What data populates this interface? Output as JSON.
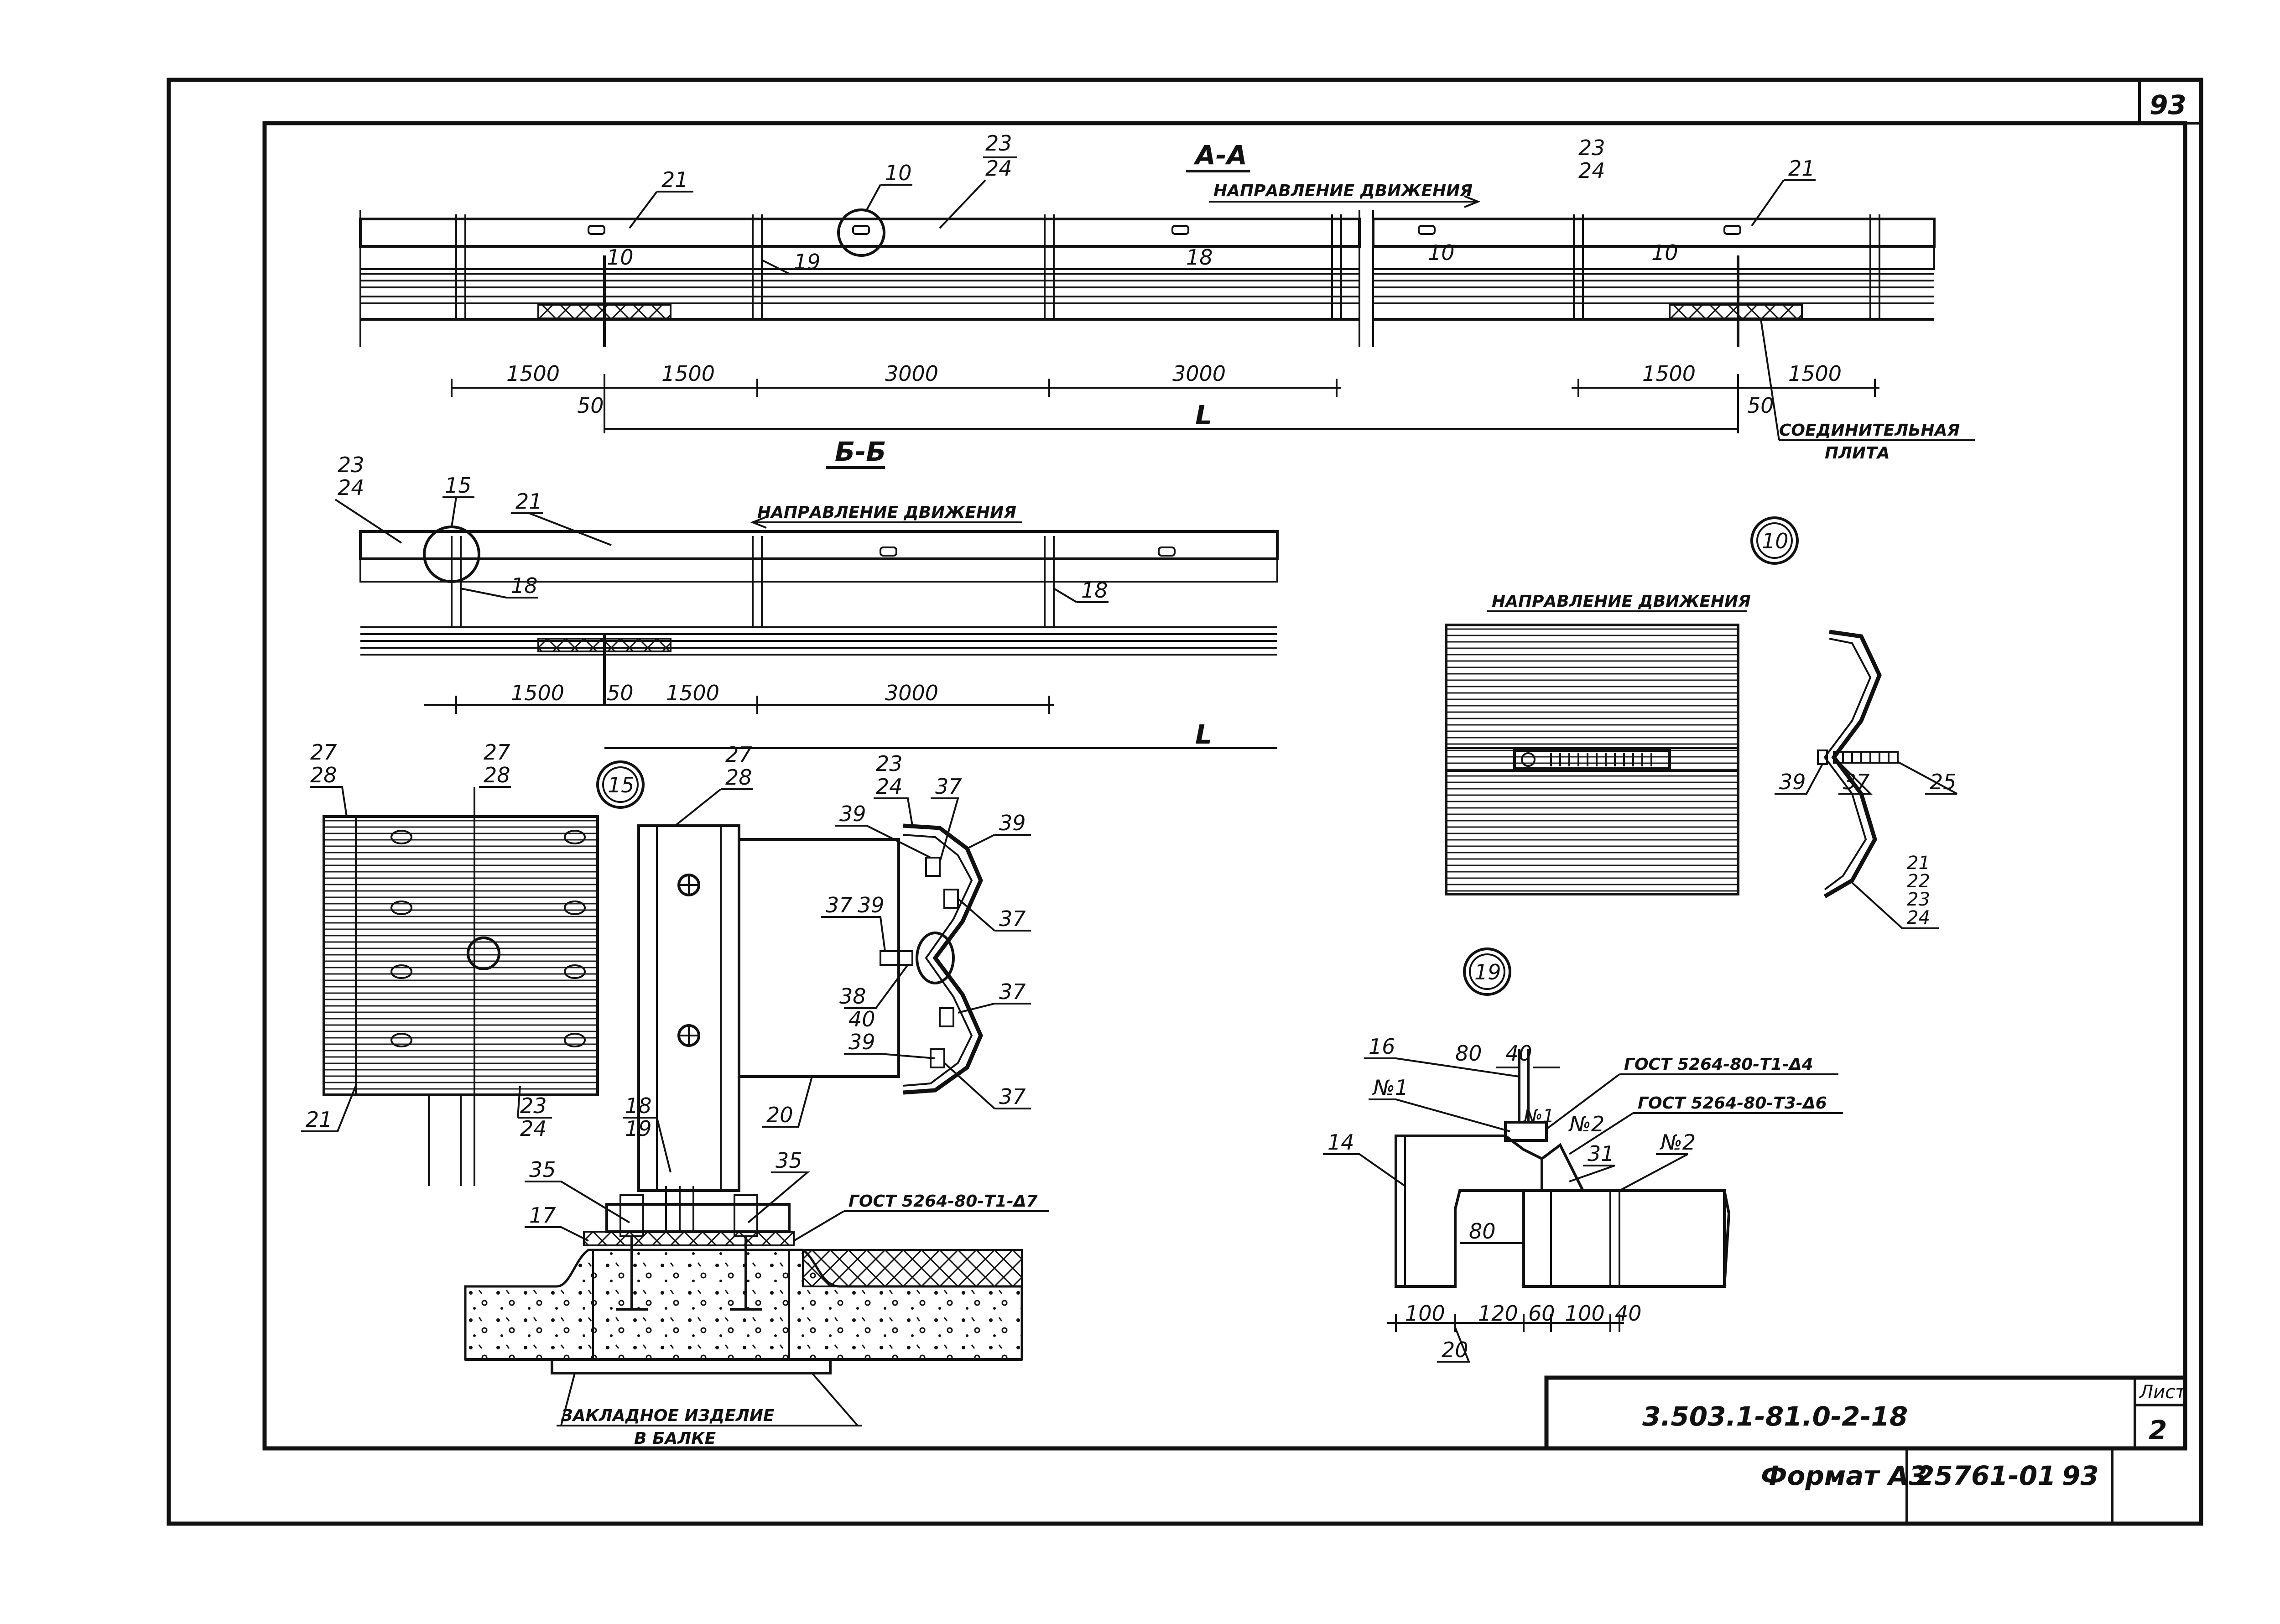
{
  "sheet": {
    "page_number": "93",
    "designation": "3.503.1-81.0-2-18",
    "sheet_label": "Лист",
    "sheet_number": "2",
    "format_label": "Формат А3",
    "archive_number": "25761-01",
    "archive_page": "93"
  },
  "section_aa": {
    "title": "А-А",
    "direction": "НАПРАВЛЕНИЕ ДВИЖЕНИЯ",
    "dims_left": [
      "1500",
      "1500",
      "3000",
      "3000"
    ],
    "dims_right": [
      "1500",
      "1500"
    ],
    "gap_left": "50",
    "gap_right": "50",
    "span": "L",
    "joint_plate": "СОЕДИНИТЕЛЬНАЯ",
    "joint_plate_2": "ПЛИТА",
    "callouts": {
      "c21": "21",
      "c23": "23",
      "c24": "24",
      "c10": "10",
      "c19": "19",
      "c18": "18"
    }
  },
  "section_bb": {
    "title": "Б-Б",
    "direction": "НАПРАВЛЕНИЕ ДВИЖЕНИЯ",
    "dims": [
      "1500",
      "50",
      "1500",
      "3000"
    ],
    "span": "L",
    "callouts": {
      "c23": "23",
      "c24": "24",
      "c15": "15",
      "c21": "21",
      "c18": "18"
    }
  },
  "node_10": {
    "id": "10",
    "direction": "НАПРАВЛЕНИЕ ДВИЖЕНИЯ",
    "callouts": {
      "c39": "39",
      "c37": "37",
      "c25": "25",
      "c21": "21",
      "c22": "22",
      "c23": "23",
      "c24": "24"
    }
  },
  "node_15": {
    "id": "15",
    "callouts": {
      "c27": "27",
      "c28": "28",
      "c21": "21",
      "c23": "23",
      "c24": "24",
      "c18": "18",
      "c19": "19",
      "c20": "20",
      "c35": "35",
      "c17": "17",
      "c37": "37",
      "c38": "38",
      "c39": "39",
      "c40": "40"
    },
    "weld_note": "ГОСТ 5264-80-Т1-Δ7",
    "embedded": "ЗАКЛАДНОЕ ИЗДЕЛИЕ",
    "embedded_2": "В БАЛКЕ"
  },
  "node_19": {
    "id": "19",
    "weld_1": "ГОСТ 5264-80-Т1-Δ4",
    "weld_2": "ГОСТ 5264-80-Т3-Δ6",
    "weld_no1": "№1",
    "weld_no2": "№2",
    "callouts": {
      "c16": "16",
      "c14": "14",
      "c31": "31",
      "c20": "20"
    },
    "dims": [
      "80",
      "40",
      "80",
      "100",
      "120",
      "60",
      "100",
      "40"
    ]
  }
}
